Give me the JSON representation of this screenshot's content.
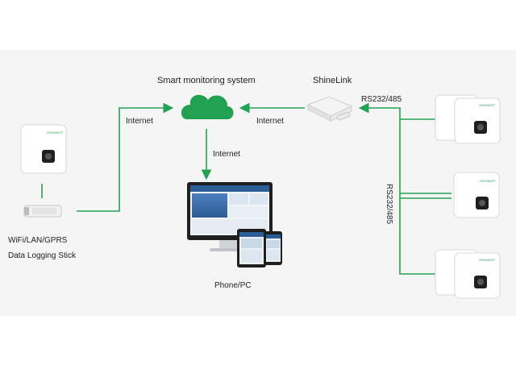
{
  "title": "Smart monitoring system",
  "shinelink": "ShineLink",
  "labels": {
    "internet_left": "Internet",
    "internet_right": "Internet",
    "internet_down": "Internet",
    "rs_top": "RS232/485",
    "rs_vertical": "RS232/485",
    "stick_line1": "WiFi/LAN/GPRS",
    "stick_line2": "Data Logging Stick",
    "phone_pc": "Phone/PC"
  },
  "brand_mark": "GROWATT",
  "colors": {
    "accent": "#23a152",
    "device": "#ffffff",
    "device_edge": "#d8d8d8",
    "screen": "#1f1f1f",
    "band": "#f5f5f5"
  }
}
